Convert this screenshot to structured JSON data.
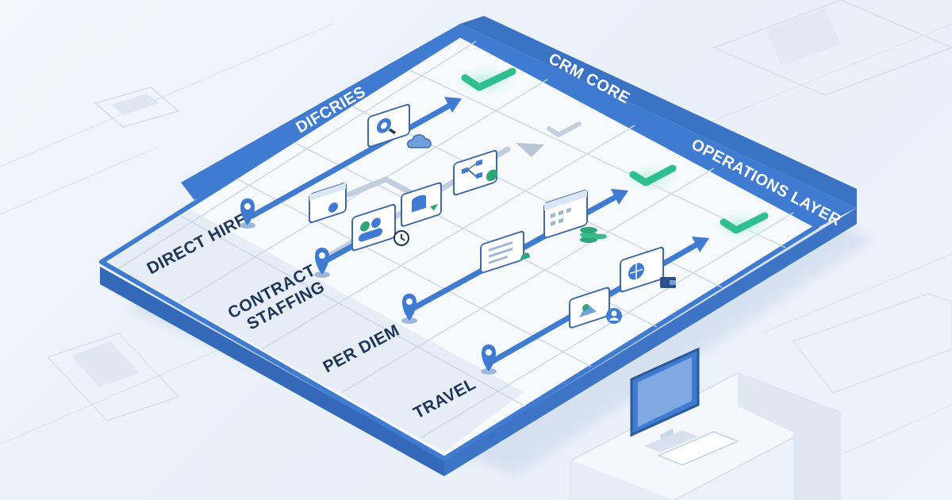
{
  "headers": {
    "col1": "DIFCRIES",
    "col2": "CRM CORE",
    "col3": "OPERATIONS LAYER"
  },
  "rows": {
    "r1": "DIRECT HIRE",
    "r2_line1": "CONTRACT",
    "r2_line2": "STAFFING",
    "r3": "PER DIEM",
    "r4": "TRAVEL"
  },
  "colors": {
    "primary_blue": "#3f7bd1",
    "check_green": "#2fbf8f",
    "board_white": "#f7fafd"
  },
  "icons": [
    "location-pin-icon",
    "search-document-icon",
    "cloud-icon",
    "calendar-gear-icon",
    "users-clock-icon",
    "database-arrow-icon",
    "workflow-gear-icon",
    "checklist-bell-icon",
    "calendar-coins-icon",
    "map-pin-user-icon",
    "globe-card-icon",
    "checkmark-icon"
  ]
}
